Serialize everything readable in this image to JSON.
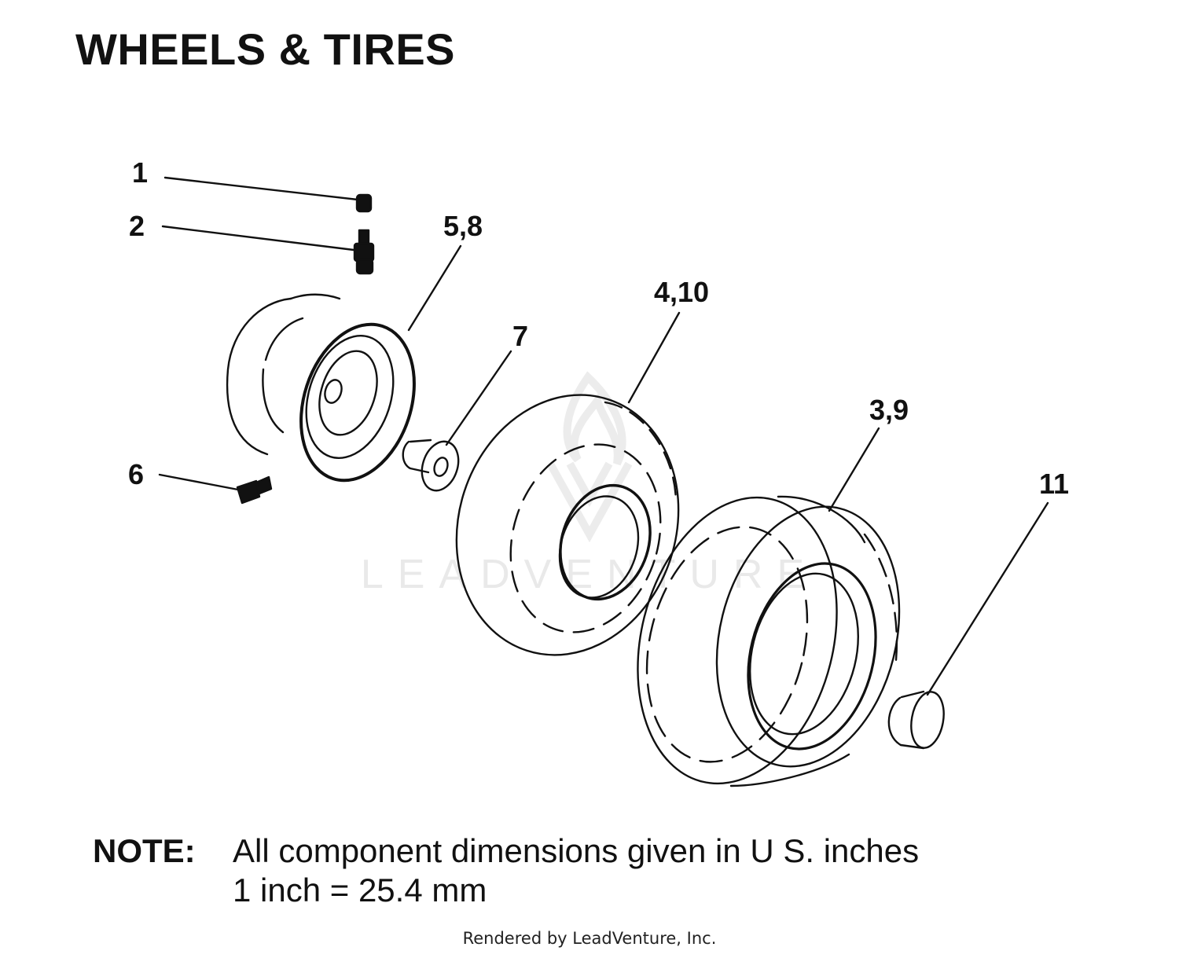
{
  "title": "WHEELS & TIRES",
  "callouts": [
    {
      "id": "c1",
      "label": "1"
    },
    {
      "id": "c2",
      "label": "2"
    },
    {
      "id": "c58",
      "label": "5,8"
    },
    {
      "id": "c410",
      "label": "4,10"
    },
    {
      "id": "c7",
      "label": "7"
    },
    {
      "id": "c39",
      "label": "3,9"
    },
    {
      "id": "c6",
      "label": "6"
    },
    {
      "id": "c11",
      "label": "11"
    }
  ],
  "note": {
    "label": "NOTE:",
    "line1": "All component dimensions given in U S. inches",
    "line2": "1 inch = 25.4 mm"
  },
  "watermark": "LEADVENTURE",
  "footer": "Rendered by LeadVenture, Inc.",
  "colors": {
    "ink": "#111111",
    "watermark": "#e9e9e9"
  }
}
